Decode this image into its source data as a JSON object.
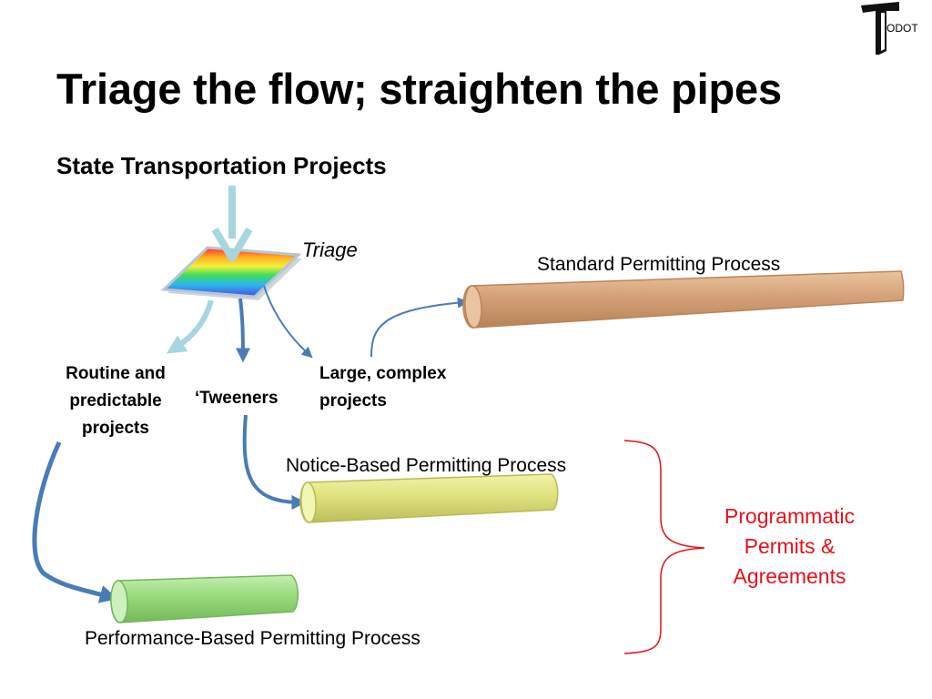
{
  "logo": {
    "name": "odot-logo",
    "text": "ODOT"
  },
  "title": "Triage the flow; straighten the pipes",
  "subtitle": "State Transportation Projects",
  "triage_label": "Triage",
  "categories": {
    "routine": [
      "Routine and",
      "predictable",
      "projects"
    ],
    "tweeners": "‘Tweeners",
    "large": [
      "Large, complex",
      "projects"
    ]
  },
  "processes": {
    "standard": "Standard Permitting Process",
    "notice": "Notice-Based Permitting Process",
    "performance": "Performance-Based Permitting Process"
  },
  "programmatic": [
    "Programmatic",
    "Permits &",
    "Agreements"
  ],
  "colors": {
    "standard_pipe": "#d6a67c",
    "notice_pipe": "#e4e686",
    "performance_pipe": "#9fde86",
    "arrow_blue": "#4a7bb7",
    "arrow_light": "#a8d6e0",
    "brace_red": "#e8101a"
  }
}
